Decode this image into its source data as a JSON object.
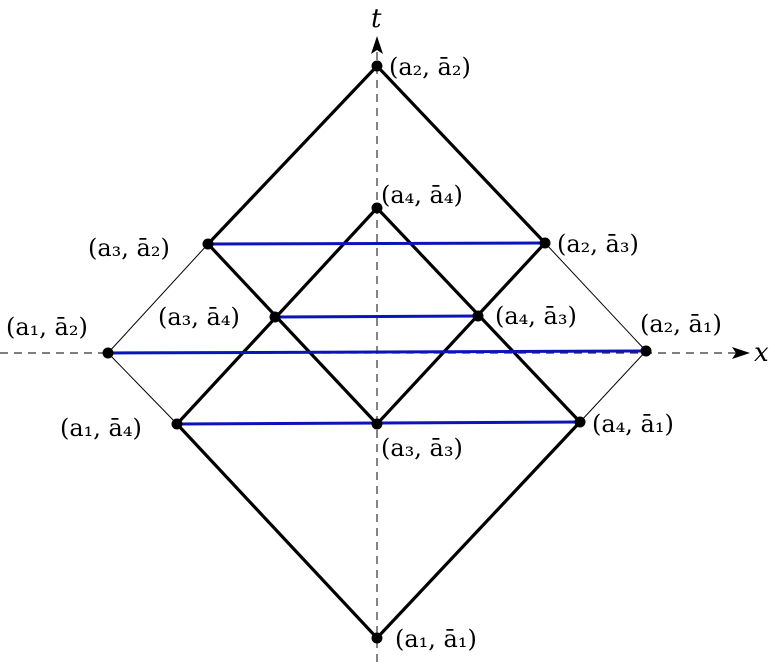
{
  "axes": {
    "horizontal_label": "x",
    "vertical_label": "t"
  },
  "points": {
    "a2_ab2": "(a₂, ā₂)",
    "a4_ab4": "(a₄, ā₄)",
    "a3_ab2": "(a₃, ā₂)",
    "a2_ab3": "(a₂, ā₃)",
    "a1_ab2": "(a₁, ā₂)",
    "a3_ab4": "(a₃, ā₄)",
    "a4_ab3": "(a₄, ā₃)",
    "a2_ab1": "(a₂, ā₁)",
    "a1_ab4": "(a₁, ā₄)",
    "a3_ab3": "(a₃, ā₃)",
    "a4_ab1": "(a₄, ā₁)",
    "a1_ab1": "(a₁, ā₁)"
  },
  "colors": {
    "edge": "#000000",
    "connector": "#0b14b8",
    "axis": "#333333"
  }
}
